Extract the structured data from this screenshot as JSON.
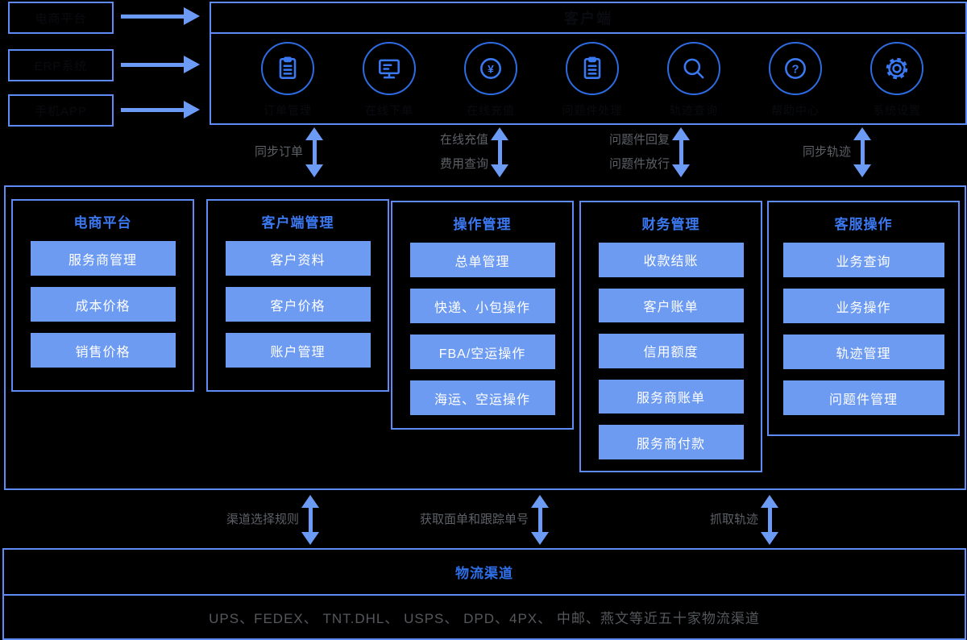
{
  "colors": {
    "border_blue": "#5E8BF5",
    "icon_blue": "#2E6BE0",
    "icon_glyph_blue": "#3B79F2",
    "arrow_blue": "#6C9BF5",
    "button_fill": "#6D9BF2",
    "module_title_blue": "#3B78F0",
    "channels_title_blue": "#2F6FE8",
    "gray_text": "#5d6166",
    "button_text": "#ffffff"
  },
  "sources": [
    {
      "label": "电商平台"
    },
    {
      "label": "ERP系统"
    },
    {
      "label": "手机APP"
    }
  ],
  "client": {
    "title": "客户端",
    "icons": [
      {
        "icon": "order-list-icon",
        "label": "订单管理"
      },
      {
        "icon": "monitor-icon",
        "label": "在线下单"
      },
      {
        "icon": "yuan-coin-icon",
        "label": "在线充值"
      },
      {
        "icon": "problem-clipboard-icon",
        "label": "问题件处理"
      },
      {
        "icon": "search-icon",
        "label": "轨迹查询"
      },
      {
        "icon": "help-icon",
        "label": "帮助中心"
      },
      {
        "icon": "gear-icon",
        "label": "系统设置"
      }
    ]
  },
  "top_links": [
    {
      "lines": [
        "同步订单"
      ]
    },
    {
      "lines": [
        "在线充值",
        "费用查询"
      ]
    },
    {
      "lines": [
        "问题件回复",
        "问题件放行"
      ]
    },
    {
      "lines": [
        "同步轨迹"
      ]
    }
  ],
  "modules": [
    {
      "title": "电商平台",
      "items": [
        "服务商管理",
        "成本价格",
        "销售价格"
      ]
    },
    {
      "title": "客户端管理",
      "items": [
        "客户资料",
        "客户价格",
        "账户管理"
      ]
    },
    {
      "title": "操作管理",
      "items": [
        "总单管理",
        "快递、小包操作",
        "FBA/空运操作",
        "海运、空运操作"
      ]
    },
    {
      "title": "财务管理",
      "items": [
        "收款结账",
        "客户账单",
        "信用额度",
        "服务商账单",
        "服务商付款"
      ]
    },
    {
      "title": "客服操作",
      "items": [
        "业务查询",
        "业务操作",
        "轨迹管理",
        "问题件管理"
      ]
    }
  ],
  "bottom_links": [
    {
      "label": "渠道选择规则"
    },
    {
      "label": "获取面单和跟踪单号"
    },
    {
      "label": "抓取轨迹"
    }
  ],
  "channels": {
    "title": "物流渠道",
    "list": "UPS、FEDEX、 TNT.DHL、 USPS、 DPD、4PX、 中邮、燕文等近五十家物流渠道"
  }
}
